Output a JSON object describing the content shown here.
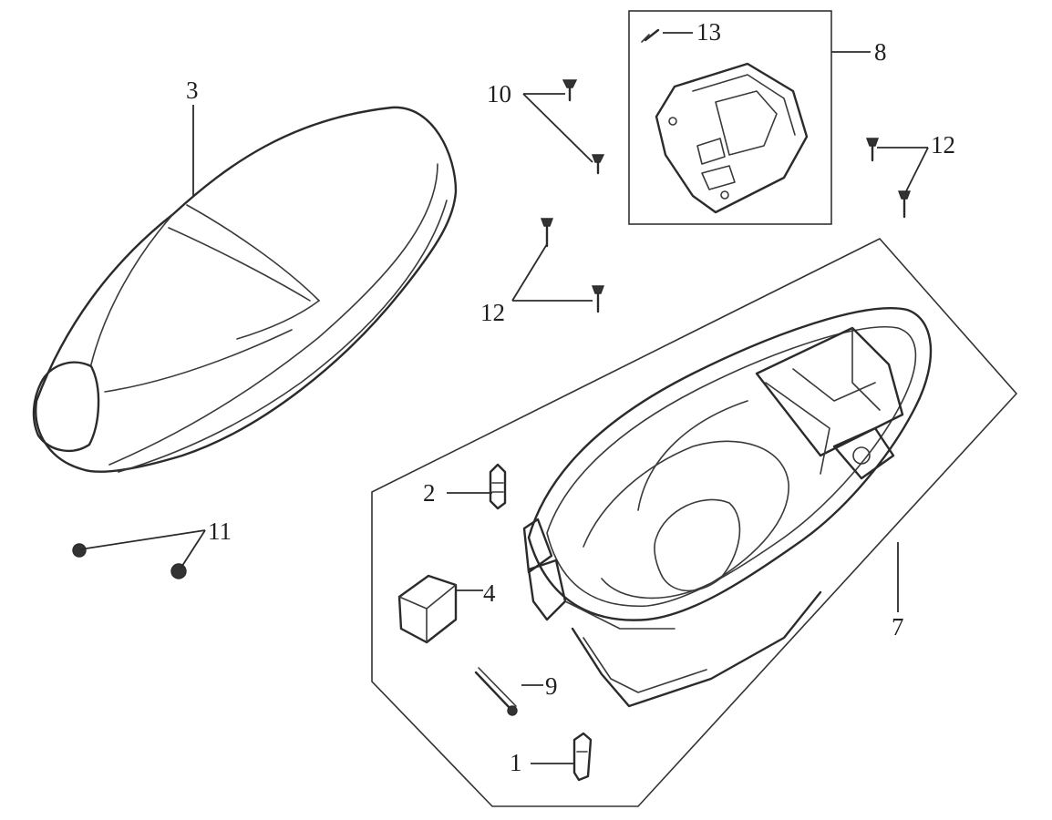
{
  "callouts": {
    "c1": "1",
    "c2": "2",
    "c3": "3",
    "c4": "4",
    "c7": "7",
    "c8": "8",
    "c9": "9",
    "c10": "10",
    "c11": "11",
    "c12_top_right": "12",
    "c12_center": "12",
    "c13": "13"
  },
  "icons": {
    "seat": "seat-icon",
    "storage_box": "helmet-box-icon",
    "tray": "battery-tray-icon",
    "bolt": "bolt-icon",
    "screw": "screw-icon",
    "nut": "nut-icon",
    "clip": "clip-icon",
    "rubber_block": "rubber-block-icon",
    "pin": "pin-icon"
  },
  "colors": {
    "line": "#2b2b2b",
    "background": "#ffffff"
  }
}
